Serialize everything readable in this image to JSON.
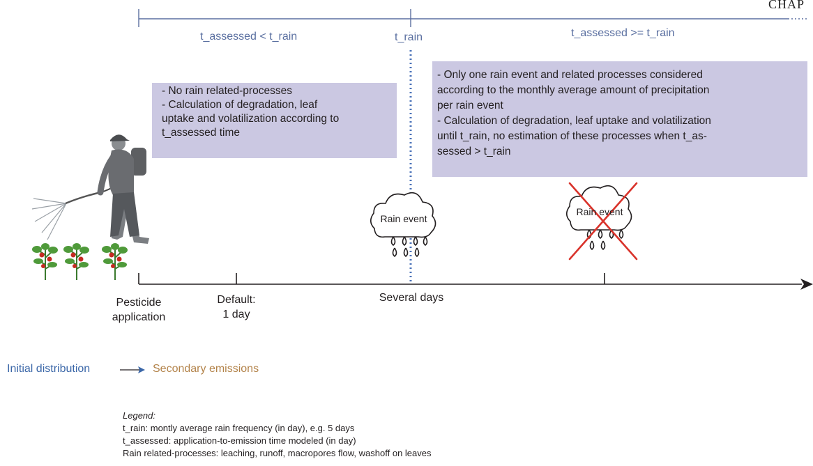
{
  "header": {
    "chapter_word": "CHAP"
  },
  "top_labels": {
    "before": "t_assessed < t_rain",
    "rain": "t_rain",
    "after": "t_assessed >= t_rain"
  },
  "boxes": {
    "left": {
      "line1": "- No rain related-processes",
      "line2": "- Calculation of degradation, leaf",
      "line3": "uptake and volatilization according to",
      "line4": "t_assessed time"
    },
    "right": {
      "line1": "- Only one rain event and related processes considered",
      "line2": "according to the monthly average amount of precipitation",
      "line3": "per rain event",
      "line4": "- Calculation of degradation, leaf uptake and volatilization",
      "line5": "until t_rain,  no estimation of these processes when  t_as-",
      "line6": "sessed > t_rain"
    }
  },
  "clouds": {
    "rain_event": "Rain event",
    "rain_event_crossed": "Rain event"
  },
  "axis_labels": {
    "application_line1": "Pesticide",
    "application_line2": "application",
    "default_line1": "Default:",
    "default_line2": "1 day",
    "several_days": "Several days"
  },
  "flow": {
    "initial": "Initial distribution",
    "secondary": "Secondary emissions"
  },
  "legend": {
    "title": "Legend:",
    "line1": "t_rain: montly average rain frequency  (in day), e.g. 5 days",
    "line2": "t_assessed: application-to-emission time modeled (in day)",
    "line3": "Rain related-processes: leaching, runoff, macropores flow, washoff on leaves"
  },
  "colors": {
    "timeline_top": "#5a6fa0",
    "box_fill": "#cbc8e2",
    "dotted_line": "#4a72b8",
    "initial": "#3b67a8",
    "secondary": "#b3834a",
    "cross": "#d9332b"
  }
}
